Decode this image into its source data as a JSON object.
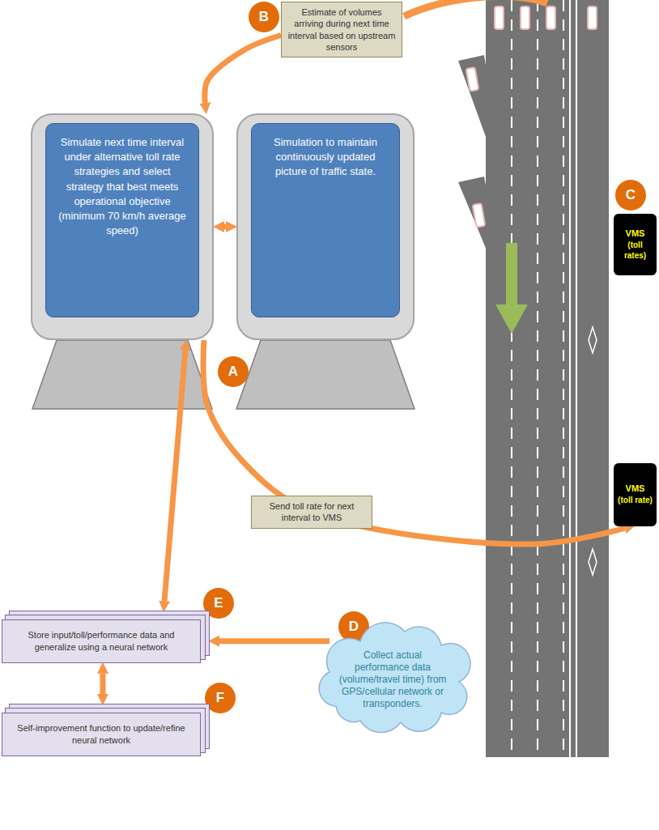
{
  "diagram": {
    "nodes": [
      {
        "text": [
          "Estimate of volumes arriving during next time interval based on upstream sensors"
        ]
      },
      {
        "text": [
          "B"
        ]
      },
      {
        "text": [
          "Simulate next time interval under alternative toll rate strategies and select strategy that best meets operational objective (minimum 70 km/h average speed)"
        ]
      },
      {
        "text": [
          "Simulation to maintain continuously updated picture of traffic state."
        ]
      },
      {
        "text": [
          "A"
        ]
      },
      {
        "text": [
          "C"
        ]
      },
      {
        "text": [
          "VMS",
          "(toll rates)"
        ]
      },
      {
        "text": [
          "VMS",
          "(toll rate)"
        ]
      },
      {
        "text": [
          "E"
        ]
      },
      {
        "text": [
          "Store input/toll/performance data and generalize using a neural network"
        ]
      },
      {
        "text": [
          "D"
        ]
      },
      {
        "text": [
          "Collect actual performance data (volume/travel time) from GPS/cellular network or transponders."
        ]
      },
      {
        "text": [
          "F"
        ]
      },
      {
        "text": [
          "Self-improvement function to update/refine neural network"
        ]
      }
    ],
    "edges": [
      {
        "from": 0,
        "to": 2,
        "arrow": "to"
      },
      {
        "from": 2,
        "to": 3,
        "arrow": "both"
      },
      {
        "from": 2,
        "to": 7,
        "arrow": "to",
        "label": "Send toll rate for next interval to VMS"
      },
      {
        "from": 9,
        "to": 2,
        "arrow": "both"
      },
      {
        "from": 11,
        "to": 9,
        "arrow": "to"
      },
      {
        "from": 9,
        "to": 13,
        "arrow": "both"
      }
    ]
  }
}
